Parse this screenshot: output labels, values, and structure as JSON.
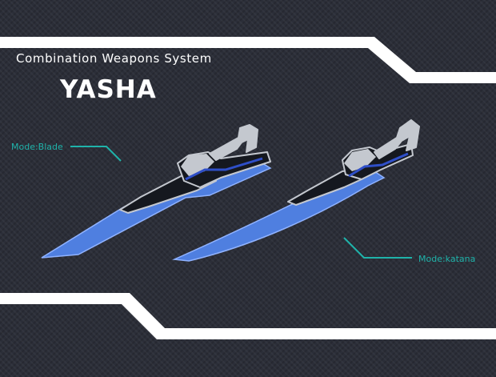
{
  "header": {
    "subtitle": "Combination Weapons System",
    "title": "YASHA"
  },
  "callouts": {
    "blade": "Mode:Blade",
    "katana": "Mode:katana"
  },
  "colors": {
    "background": "#2b2e38",
    "band": "#ffffff",
    "accent_teal": "#1fb3aa",
    "blade_blue": "#4f7fe0",
    "blade_edge": "#8fb2ff",
    "hilt_dark": "#15181f",
    "hilt_gray": "#c4c8cf",
    "inner_blue": "#2f4fc8"
  }
}
